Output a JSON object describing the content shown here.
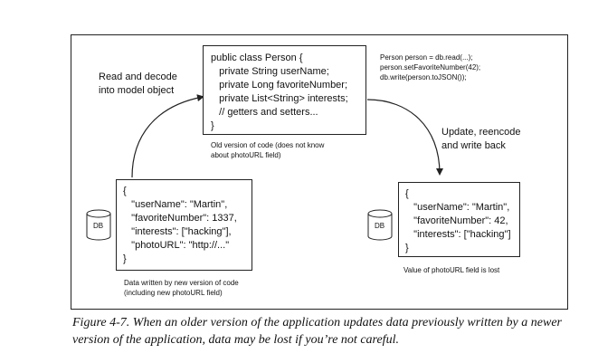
{
  "class_box": {
    "lines": [
      "public class Person {",
      "   private String userName;",
      "   private Long favoriteNumber;",
      "   private List<String> interests;",
      "   // getters and setters...",
      "}"
    ],
    "note": "Old version of code (does not know\nabout photoURL field)"
  },
  "code_snippet": {
    "lines": [
      "Person person = db.read(...);",
      "person.setFavoriteNumber(42);",
      "db.write(person.toJSON());"
    ]
  },
  "left_arrow_label": "Read and decode\ninto model object",
  "right_arrow_label": "Update, reencode\nand write back",
  "left_record": {
    "db_label": "DB",
    "lines": [
      "{",
      "   \"userName\": \"Martin\",",
      "   \"favoriteNumber\": 1337,",
      "   \"interests\": [\"hacking\"],",
      "   \"photoURL\": \"http://...\"",
      "}"
    ],
    "note": "Data written by new version of code\n(including new photoURL field)"
  },
  "right_record": {
    "db_label": "DB",
    "lines": [
      "{",
      "   \"userName\": \"Martin\",",
      "   \"favoriteNumber\": 42,",
      "   \"interests\": [\"hacking\"]",
      "}"
    ],
    "note": "Value of photoURL field is lost"
  },
  "caption": "Figure 4-7. When an older version of the application updates data previously written by a newer version of the application, data may be lost if you’re not careful."
}
